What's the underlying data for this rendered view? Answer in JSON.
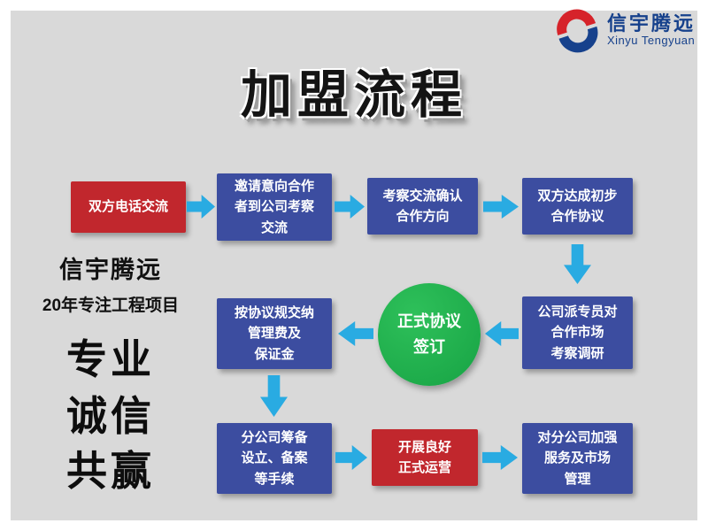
{
  "page": {
    "title": "加盟流程"
  },
  "logo": {
    "name_cn": "信宇腾远",
    "name_en": "Xinyu Tengyuan"
  },
  "left": {
    "brand": "信宇腾远",
    "tagline": "20年专注工程项目",
    "values": [
      "专业",
      "诚信",
      "共赢"
    ]
  },
  "steps": {
    "s1": "双方电话交流",
    "s2": "邀请意向合作\n者到公司考察\n交流",
    "s3": "考察交流确认\n合作方向",
    "s4": "双方达成初步\n合作协议",
    "s5": "公司派专员对\n合作市场\n考察调研",
    "s6": "正式协议\n签订",
    "s7": "按协议规交纳\n管理费及\n保证金",
    "s8": "分公司筹备\n设立、备案\n等手续",
    "s9": "开展良好\n正式运营",
    "s10": "对分公司加强\n服务及市场\n管理"
  },
  "colors": {
    "box_blue": "#3C4DA0",
    "box_red": "#C1272D",
    "circle_green": "#1FAF4B",
    "arrow_blue": "#29ABE2",
    "background": "#D9D9D9",
    "logo_blue": "#16418C",
    "logo_red": "#D6232A"
  }
}
